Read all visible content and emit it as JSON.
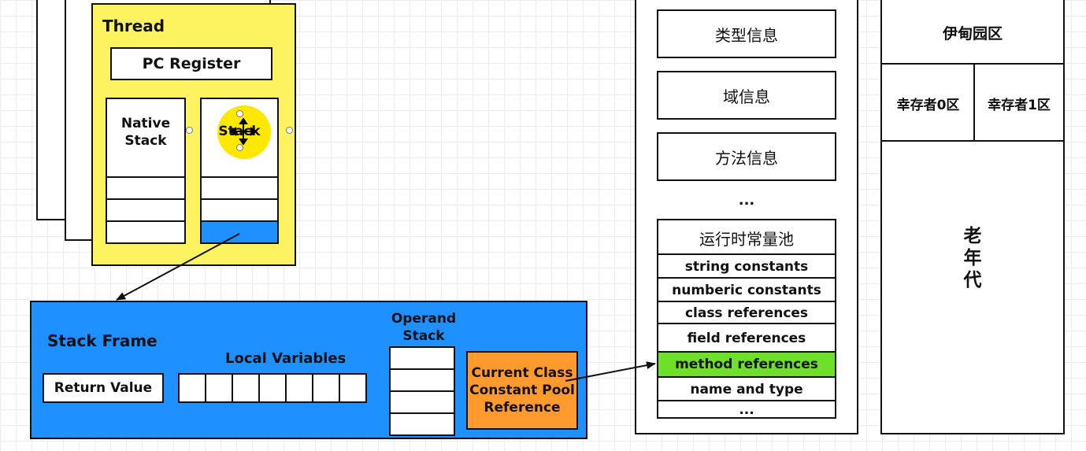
{
  "thread": {
    "title": "Thread",
    "pc_register": "PC Register",
    "native_stack": [
      "Native",
      "Stack"
    ],
    "stack_label": "Stack"
  },
  "stack_frame": {
    "title": "Stack Frame",
    "return_value": "Return Value",
    "local_variables": "Local Variables",
    "operand_stack": [
      "Operand",
      "Stack"
    ],
    "constant_pool_ref": [
      "Current Class",
      "Constant Pool",
      "Reference"
    ]
  },
  "method_area": {
    "items": [
      "类型信息",
      "域信息",
      "方法信息"
    ],
    "ellipsis": "...",
    "runtime_pool": {
      "title": "运行时常量池",
      "rows": [
        "string constants",
        "numberic constants",
        "class references",
        "field references",
        "method references",
        "name and type",
        "..."
      ],
      "highlight_index": 4
    }
  },
  "heap": {
    "eden": "伊甸园区",
    "survivor0": "幸存者0区",
    "survivor1": "幸存者1区",
    "old_gen": [
      "老",
      "年",
      "代"
    ]
  },
  "colors": {
    "thread_bg": "#fdf25f",
    "stack_frame_bg": "#1e90ff",
    "constant_pool_ref_bg": "#ff9a2e",
    "method_ref_bg": "#6fe02a",
    "selection_circle": "#ffe800"
  }
}
